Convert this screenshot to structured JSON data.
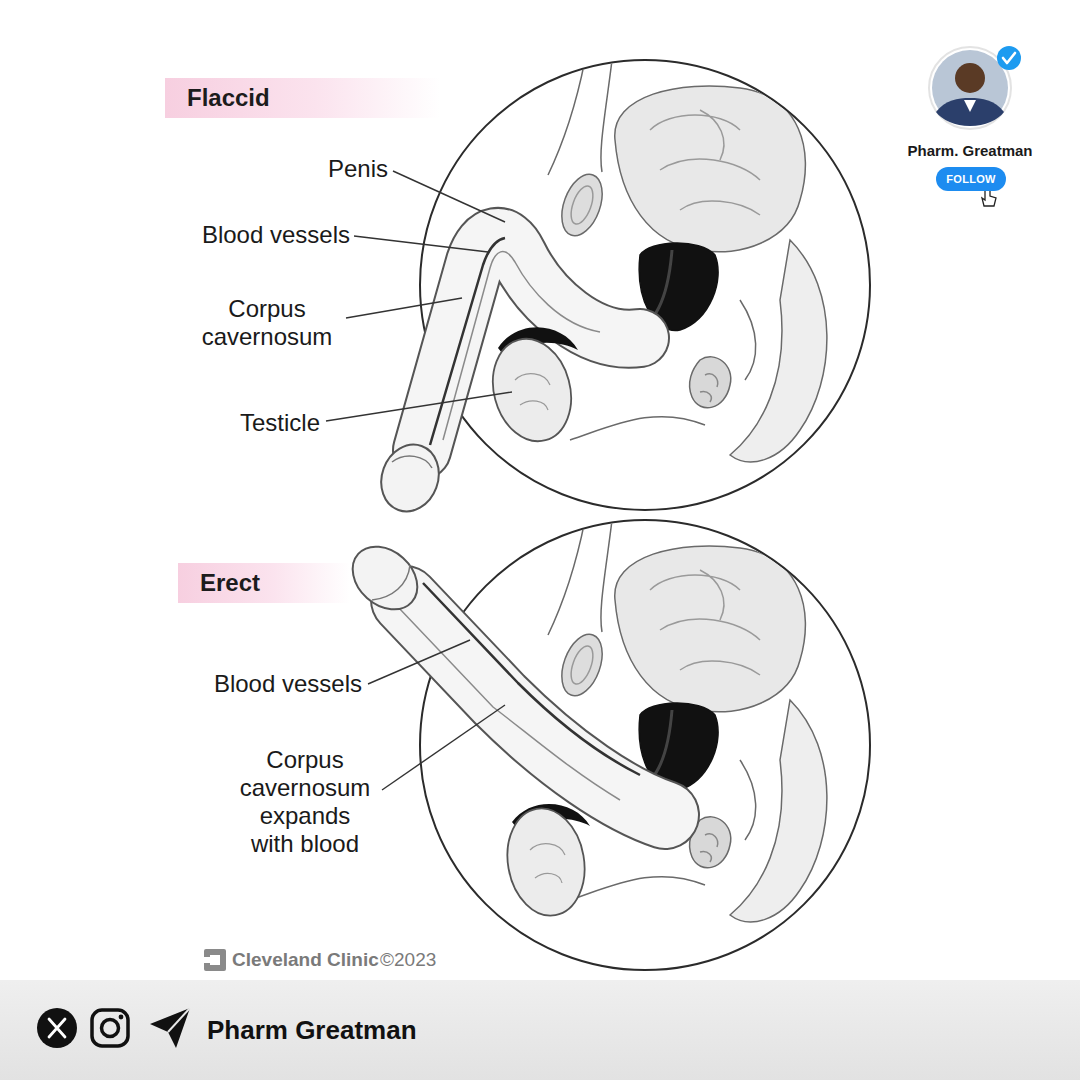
{
  "diagram": {
    "nodes": [
      {
        "text": [
          "Flaccid"
        ]
      },
      {
        "text": [
          "FOLLOW"
        ]
      },
      {
        "text": [
          "Erect"
        ]
      },
      {
        "text": [
          "Pharm Greatman"
        ]
      }
    ],
    "labels": [
      "Penis",
      "Blood vessels",
      "Corpus cavernosum",
      "Testicle",
      "Blood vessels",
      "Corpus cavernosum expands with blood",
      "Cleveland Clinic",
      "©2023",
      "Pharm. Greatman"
    ]
  }
}
